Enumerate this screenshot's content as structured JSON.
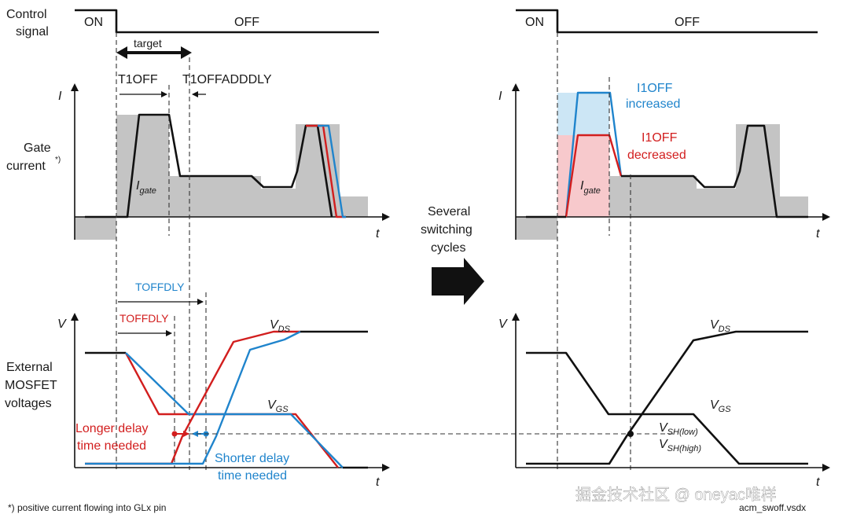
{
  "labels": {
    "control_signal_1": "Control",
    "control_signal_2": "signal",
    "on": "ON",
    "off": "OFF",
    "target": "target",
    "t1off": "T1OFF",
    "t1offadddly": "T1OFFADDDLY",
    "i_axis": "I",
    "gate_current_1": "Gate",
    "gate_current_2": "current",
    "gate_current_sup": "*)",
    "igate_main": "I",
    "igate_sub": "gate",
    "t_axis": "t",
    "several_1": "Several",
    "several_2": "switching",
    "several_3": "cycles",
    "toffdly_blue": "TOFFDLY",
    "toffdly_red": "TOFFDLY",
    "v_axis": "V",
    "ext_1": "External",
    "ext_2": "MOSFET",
    "ext_3": "voltages",
    "vds_main": "V",
    "vds_sub": "DS",
    "vgs_main": "V",
    "vgs_sub": "GS",
    "longer_1": "Longer delay",
    "longer_2": "time needed",
    "shorter_1": "Shorter delay",
    "shorter_2": "time needed",
    "i1off_inc_1": "I1OFF",
    "i1off_inc_2": "increased",
    "i1off_dec_1": "I1OFF",
    "i1off_dec_2": "decreased",
    "vsh_low_main": "V",
    "vsh_low_sub": "SH(low)",
    "vsh_high_main": "V",
    "vsh_high_sub": "SH(high)",
    "footnote": "*) positive current flowing into GLx pin",
    "filename": "acm_swoff.vsdx",
    "watermark": "掘金技术社区 @ oneyac唯样"
  },
  "colors": {
    "gray_fill": "#c4c4c4",
    "red": "#d21e1e",
    "blue": "#1f84cc",
    "light_blue": "#cce6f5",
    "light_red": "#f7c9cc",
    "black": "#111111"
  }
}
